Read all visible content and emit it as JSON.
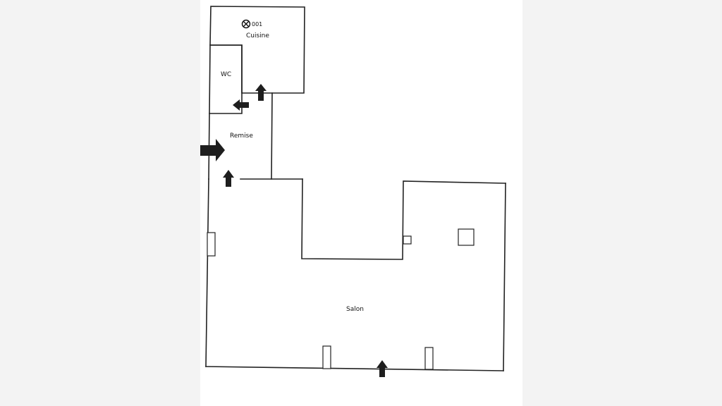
{
  "rooms": {
    "cuisine": "Cuisine",
    "wc": "WC",
    "remise": "Remise",
    "salon": "Salon"
  },
  "marker": {
    "label": "001",
    "icon": "crossed-circle-icon"
  },
  "colors": {
    "background": "#f3f3f3",
    "paper": "#ffffff",
    "ink": "#222222"
  }
}
